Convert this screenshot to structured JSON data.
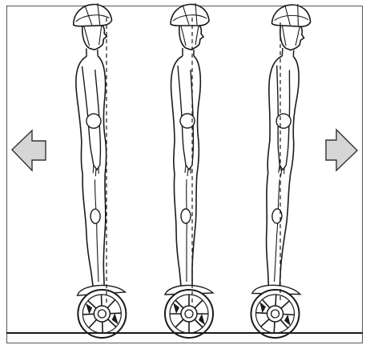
{
  "figure": {
    "panels": [
      {
        "name": "rider-lean-back"
      },
      {
        "name": "rider-upright"
      },
      {
        "name": "rider-lean-forward"
      }
    ],
    "arrows": [
      {
        "name": "arrow-left",
        "direction": "left"
      },
      {
        "name": "arrow-right",
        "direction": "right"
      }
    ],
    "colors": {
      "line": "#1a1a1a",
      "arrow_fill": "#d6d6d6",
      "arrow_stroke": "#333333",
      "background": "#ffffff"
    }
  }
}
